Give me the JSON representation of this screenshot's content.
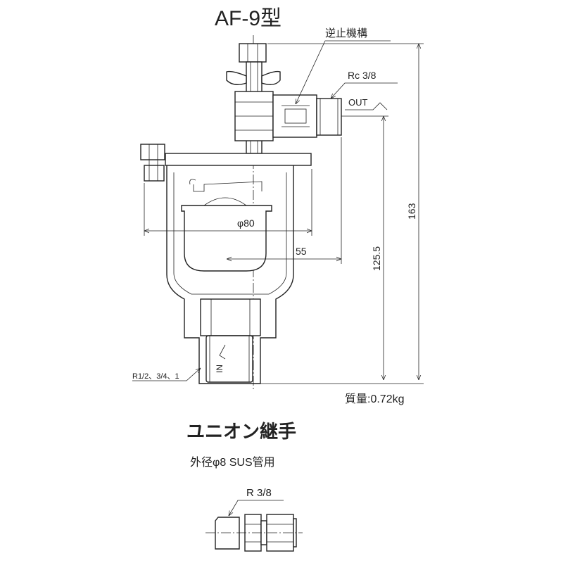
{
  "title": "AF-9型",
  "labels": {
    "check_mechanism": "逆止機構",
    "outlet_thread": "Rc 3/8",
    "out": "OUT",
    "in": "IN",
    "inlet_thread": "R1/2、3/4、1",
    "weight": "質量:0.72kg"
  },
  "dimensions": {
    "diameter": "φ80",
    "offset": "55",
    "outlet_height": "125.5",
    "total_height": "163"
  },
  "union": {
    "title": "ユニオン継手",
    "subtitle": "外径φ8 SUS管用",
    "thread": "R 3/8"
  }
}
